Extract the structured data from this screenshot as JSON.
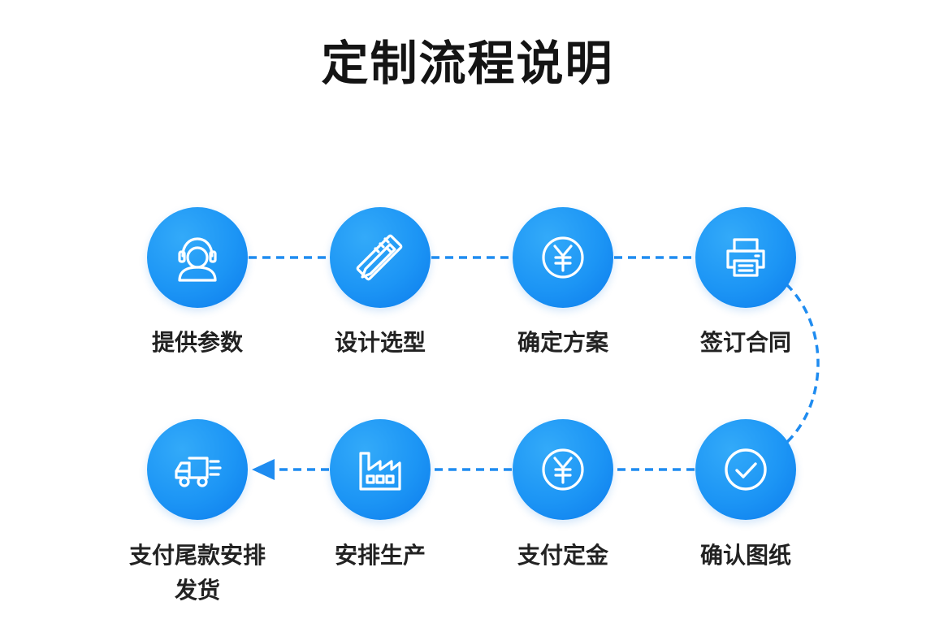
{
  "title": "定制流程说明",
  "colors": {
    "accent": "#1c95f5",
    "accent_dark": "#0c7bec",
    "connector": "#1f8cf0",
    "label": "#222222",
    "title": "#141414"
  },
  "steps": [
    {
      "label": "提供参数",
      "icon": "customer-service-headset-icon"
    },
    {
      "label": "设计选型",
      "icon": "pencil-ruler-icon"
    },
    {
      "label": "确定方案",
      "icon": "yuan-coin-icon"
    },
    {
      "label": "签订合同",
      "icon": "printer-icon"
    },
    {
      "label": "确认图纸",
      "icon": "check-circle-icon"
    },
    {
      "label": "支付定金",
      "icon": "yuan-coin-icon"
    },
    {
      "label": "安排生产",
      "icon": "factory-icon"
    },
    {
      "label": "支付尾款安排发货",
      "label_line1": "支付尾款安排",
      "label_line2": "发货",
      "icon": "delivery-truck-icon"
    }
  ]
}
